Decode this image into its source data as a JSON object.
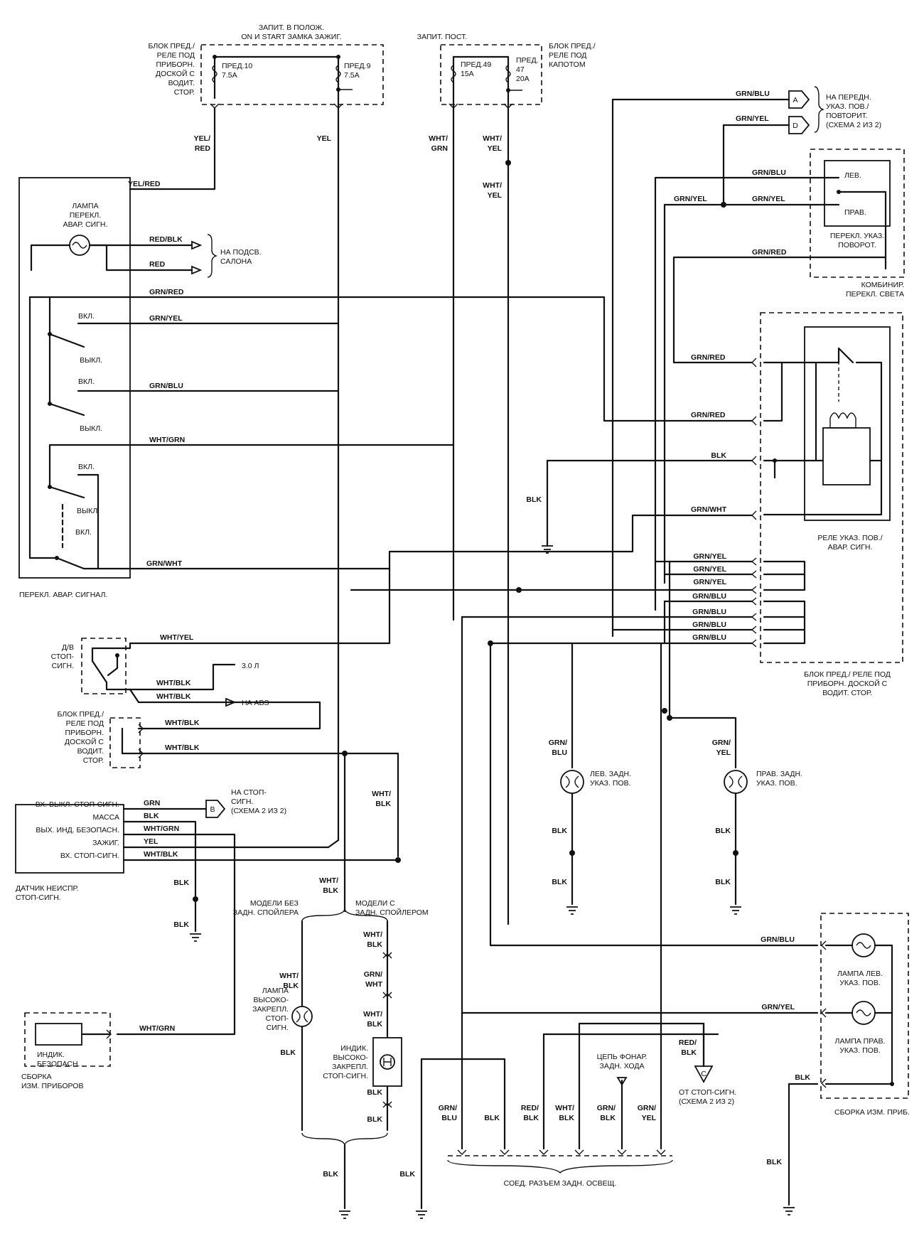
{
  "fuse_top": {
    "power_ign": [
      "ЗАПИТ. В ПОЛОЖ.",
      "ON И START ЗАМКА ЗАЖИГ."
    ],
    "block_left": [
      "БЛОК ПРЕД./",
      "РЕЛЕ ПОД",
      "ПРИБОРН.",
      "ДОСКОЙ С",
      "ВОДИТ.",
      "СТОР."
    ],
    "fuse10": [
      "ПРЕД.10",
      "7.5A"
    ],
    "fuse9": [
      "ПРЕД.9",
      "7.5A"
    ],
    "power_const": "ЗАПИТ. ПОСТ.",
    "fuse49": [
      "ПРЕД.49",
      "15A"
    ],
    "fuse47": [
      "ПРЕД.",
      "47",
      "20A"
    ],
    "block_hood": [
      "БЛОК ПРЕД./",
      "РЕЛЕ ПОД",
      "КАПОТОМ"
    ]
  },
  "wires": {
    "yel_red": [
      "YEL/",
      "RED"
    ],
    "yel": "YEL",
    "wht_grn_v": [
      "WHT/",
      "GRN"
    ],
    "wht_yel_v": [
      "WHT/",
      "YEL"
    ],
    "wht_yel_v2": [
      "WHT/",
      "YEL"
    ],
    "yel_red_h": "YEL/RED",
    "red_blk": "RED/BLK",
    "red": "RED",
    "grn_red": "GRN/RED",
    "grn_yel": "GRN/YEL",
    "grn_blu": "GRN/BLU",
    "wht_grn": "WHT/GRN",
    "grn_wht": "GRN/WHT"
  },
  "hazard": {
    "lamp": [
      "ЛАМПА",
      "ПЕРЕКЛ.",
      "АВАР. СИГН."
    ],
    "to_interior": [
      "НА ПОДСВ.",
      "САЛОНА"
    ],
    "on1": "ВКЛ.",
    "off1": "ВЫКЛ.",
    "on2": "ВКЛ.",
    "off2": "ВЫКЛ.",
    "on3": "ВКЛ.",
    "off3": "ВЫКЛ.",
    "on4": "ВКЛ.",
    "title": "ПЕРЕКЛ. АВАР. СИГНАЛ."
  },
  "right_top": {
    "grn_blu_a": "GRN/BLU",
    "conn_a": "A",
    "grn_yel_d": "GRN/YEL",
    "conn_d": "D",
    "front_ind": [
      "НА ПЕРЕДН.",
      "УКАЗ. ПОВ./",
      "ПОВТОРИТ.",
      "(СХЕМА 2 ИЗ 2)"
    ],
    "grn_blu_sw": "GRN/BLU",
    "grn_yel_sw1": "GRN/YEL",
    "grn_yel_sw2": "GRN/YEL",
    "grn_red_sw": "GRN/RED",
    "left": "ЛЕВ.",
    "right": "ПРАВ.",
    "turn_switch": [
      "ПЕРЕКЛ. УКАЗ.",
      "ПОВОРОТ."
    ],
    "combo": [
      "КОМБИНИР.",
      "ПЕРЕКЛ. СВЕТА"
    ]
  },
  "relay": {
    "grn_red1": "GRN/RED",
    "grn_red2": "GRN/RED",
    "blk": "BLK",
    "blk_gnd": "BLK",
    "grn_wht": "GRN/WHT",
    "title": [
      "РЕЛЕ УКАЗ. ПОВ./",
      "АВАР. СИГН."
    ]
  },
  "bus": {
    "labels": [
      "GRN/YEL",
      "GRN/YEL",
      "GRN/YEL",
      "GRN/BLU",
      "GRN/BLU",
      "GRN/BLU",
      "GRN/BLU"
    ],
    "block": [
      "БЛОК ПРЕД./ РЕЛЕ ПОД",
      "ПРИБОРН. ДОСКОЙ С",
      "ВОДИТ. СТОР."
    ]
  },
  "brake": {
    "switch": [
      "Д/В",
      "СТОП-",
      "СИГН."
    ],
    "wht_yel": "WHT/YEL",
    "l30": "3.0 Л",
    "wht_blk1": "WHT/BLK",
    "wht_blk2": "WHT/BLK",
    "abs": "НА ABS",
    "block": [
      "БЛОК ПРЕД./",
      "РЕЛЕ ПОД",
      "ПРИБОРН.",
      "ДОСКОЙ С",
      "ВОДИТ.",
      "СТОР."
    ],
    "wht_blk3": "WHT/BLK",
    "wht_blk4": "WHT/BLK",
    "wht_blk_v": [
      "WHT/",
      "BLK"
    ]
  },
  "sensor": {
    "rows": [
      "ВХ. ВЫКЛ. СТОП-СИГН.",
      "МАССА",
      "ВЫХ. ИНД. БЕЗОПАСН.",
      "ЗАЖИГ.",
      "ВХ. СТОП-СИГН."
    ],
    "wires": [
      "GRN",
      "BLK",
      "WHT/GRN",
      "YEL",
      "WHT/BLK"
    ],
    "conn_b": "B",
    "to_stop": [
      "НА СТОП-",
      "СИГН.",
      "(СХЕМА 2 ИЗ 2)"
    ],
    "title": [
      "ДАТЧИК НЕИСПР.",
      "СТОП-СИГН."
    ],
    "blk1": "BLK",
    "blk2": "BLK"
  },
  "cluster_left": {
    "wht_grn": "WHT/GRN",
    "indicator": [
      "ИНДИК.",
      "БЕЗОПАСН."
    ],
    "title": [
      "СБОРКА",
      "ИЗМ. ПРИБОРОВ"
    ]
  },
  "spoiler": {
    "wht_blk_top": [
      "WHT/",
      "BLK"
    ],
    "without": [
      "МОДЕЛИ БЕЗ",
      "ЗАДН. СПОЙЛЕРА"
    ],
    "with": [
      "МОДЕЛИ С",
      "ЗАДН. СПОЙЛЕРОМ"
    ],
    "wht_blk_l": [
      "WHT/",
      "BLK"
    ],
    "lamp": [
      "ЛАМПА",
      "ВЫСОКО-",
      "ЗАКРЕПЛ.",
      "СТОП-",
      "СИГН."
    ],
    "blk_l": "BLK",
    "wht_blk_r": [
      "WHT/",
      "BLK"
    ],
    "grn_wht_r": [
      "GRN/",
      "WHT"
    ],
    "wht_blk_r2": [
      "WHT/",
      "BLK"
    ],
    "ind": [
      "ИНДИК.",
      "ВЫСОКО-",
      "ЗАКРЕПЛ.",
      "СТОП-СИГН."
    ],
    "blk_r1": "BLK",
    "blk_r2": "BLK",
    "blk_bottom": "BLK"
  },
  "rear": {
    "grn_blu_l": [
      "GRN/",
      "BLU"
    ],
    "left_lamp": [
      "ЛЕВ. ЗАДН.",
      "УКАЗ. ПОВ."
    ],
    "blk_l1": "BLK",
    "blk_l2": "BLK",
    "grn_yel_r": [
      "GRN/",
      "YEL"
    ],
    "right_lamp": [
      "ПРАВ. ЗАДН.",
      "УКАЗ. ПОВ."
    ],
    "blk_r1": "BLK",
    "blk_r2": "BLK"
  },
  "cluster_right": {
    "grn_blu": "GRN/BLU",
    "lamp_left": [
      "ЛАМПА ЛЕВ.",
      "УКАЗ. ПОВ."
    ],
    "grn_yel": "GRN/YEL",
    "lamp_right": [
      "ЛАМПА ПРАВ.",
      "УКАЗ. ПОВ."
    ],
    "blk": "BLK",
    "blk_gnd": "BLK",
    "title": "СБОРКА ИЗМ. ПРИБ."
  },
  "connector": {
    "reverse": [
      "ЦЕПЬ ФОНАР.",
      "ЗАДН. ХОДА"
    ],
    "red_blk": [
      "RED/",
      "BLK"
    ],
    "conn_c": "C",
    "from_stop": [
      "ОТ СТОП-СИГН.",
      "(СХЕМА 2 ИЗ 2)"
    ],
    "pins": [
      [
        "GRN/",
        "BLU"
      ],
      [
        "BLK"
      ],
      [
        "RED/",
        "BLK"
      ],
      [
        "WHT/",
        "BLK"
      ],
      [
        "GRN/",
        "BLK"
      ],
      [
        "GRN/",
        "YEL"
      ]
    ],
    "blk_left": "BLK",
    "title": "СОЕД. РАЗЪЕМ ЗАДН. ОСВЕЩ."
  }
}
